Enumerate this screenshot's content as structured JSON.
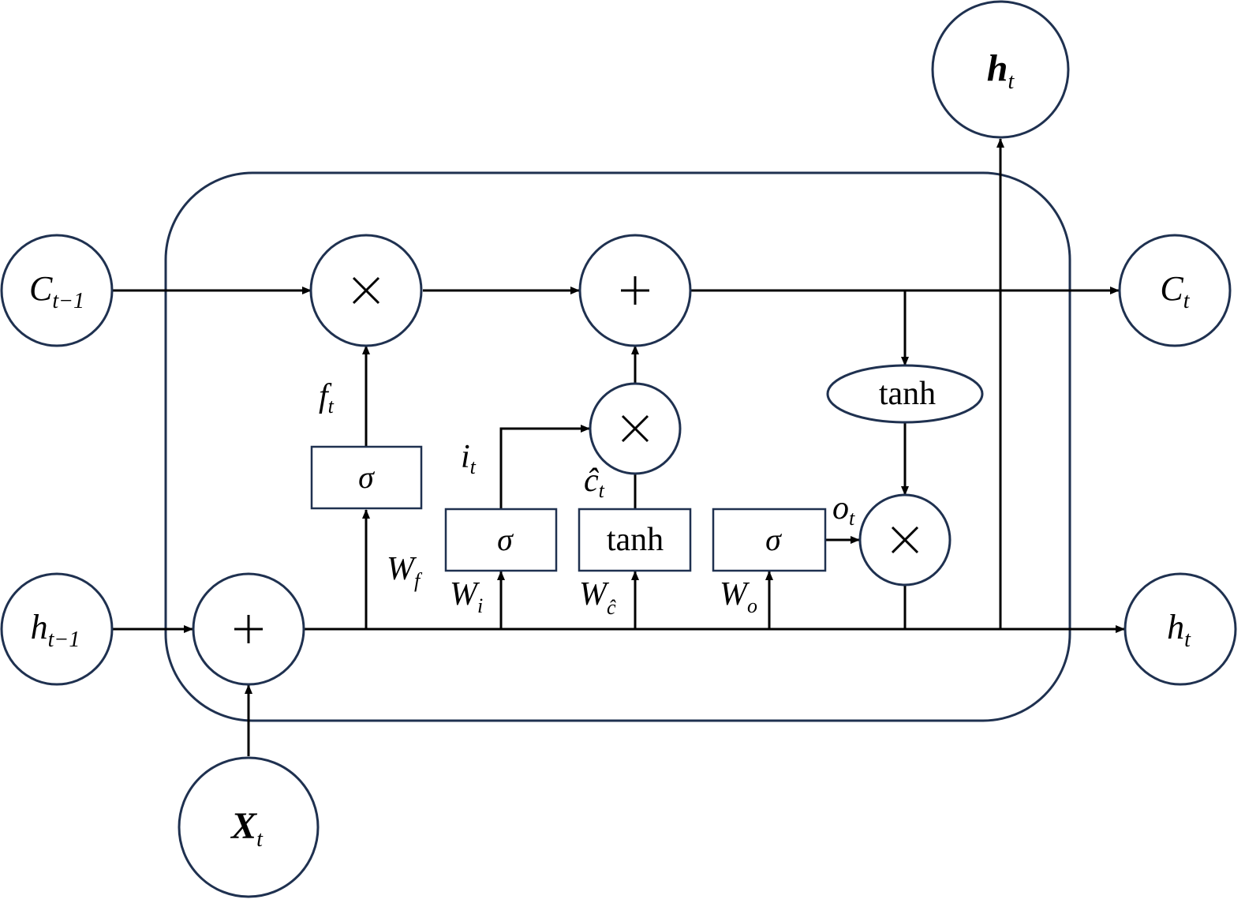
{
  "diagram": {
    "nodes": {
      "c_prev": {
        "main": "C",
        "sub": "t−1"
      },
      "c_t": {
        "main": "C",
        "sub": "t"
      },
      "h_prev": {
        "main": "h",
        "sub": "t−1"
      },
      "h_t_right": {
        "main": "h",
        "sub": "t"
      },
      "h_t_top": {
        "main": "h",
        "sub": "t"
      },
      "x_t": {
        "main": "X",
        "sub": "t"
      }
    },
    "gates": {
      "forget_sigma": "σ",
      "input_sigma": "σ",
      "candidate_tanh": "tanh",
      "output_sigma": "σ",
      "cell_tanh": "tanh"
    },
    "operators": {
      "multiply": "×",
      "add": "+"
    },
    "labels": {
      "f_t": {
        "main": "f",
        "sub": "t"
      },
      "i_t": {
        "main": "i",
        "sub": "t"
      },
      "c_hat_t": {
        "main": "ĉ",
        "sub": "t"
      },
      "o_t": {
        "main": "o",
        "sub": "t"
      },
      "w_f": {
        "main": "W",
        "sub": "f"
      },
      "w_i": {
        "main": "W",
        "sub": "i"
      },
      "w_c": {
        "main": "W",
        "sub": "ĉ"
      },
      "w_o": {
        "main": "W",
        "sub": "o"
      }
    }
  }
}
